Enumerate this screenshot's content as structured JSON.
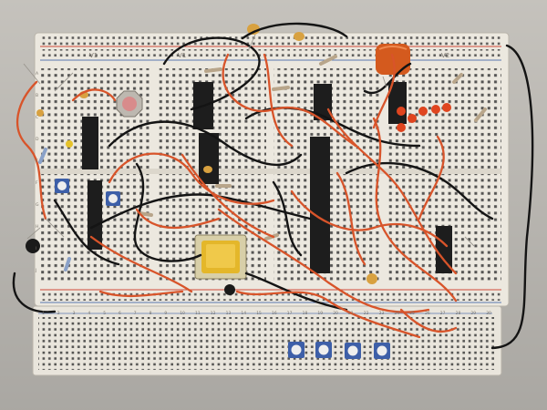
{
  "photo": {
    "subject": "breadboard-circuit",
    "colors": {
      "background": "#c9c6c1",
      "board": "#ece8df",
      "hole": "#3a3a3a",
      "rail_red": "#d04a3a",
      "rail_blue": "#5a78b0",
      "wire_red": "#d8542a",
      "wire_black": "#141414",
      "chip": "#1d1d1d",
      "button_yellow": "#e4b72a",
      "capacitor_orange": "#d45a1e",
      "led_red": "#e0451f",
      "trimpot_blue": "#3d5fa8"
    },
    "rail_labels": {
      "top_left": "V1",
      "top_mid": "V1",
      "top_right": "V2"
    },
    "column_numbers": [
      "1",
      "2",
      "3",
      "4",
      "5",
      "6",
      "7",
      "8",
      "9",
      "10",
      "11",
      "12",
      "13",
      "14",
      "15",
      "16",
      "17",
      "18",
      "19",
      "20",
      "21",
      "22",
      "23",
      "24",
      "25",
      "26",
      "27",
      "28",
      "29",
      "30"
    ],
    "row_letters": [
      "A",
      "B",
      "C",
      "D",
      "E",
      "F",
      "G",
      "H",
      "I",
      "J"
    ]
  }
}
